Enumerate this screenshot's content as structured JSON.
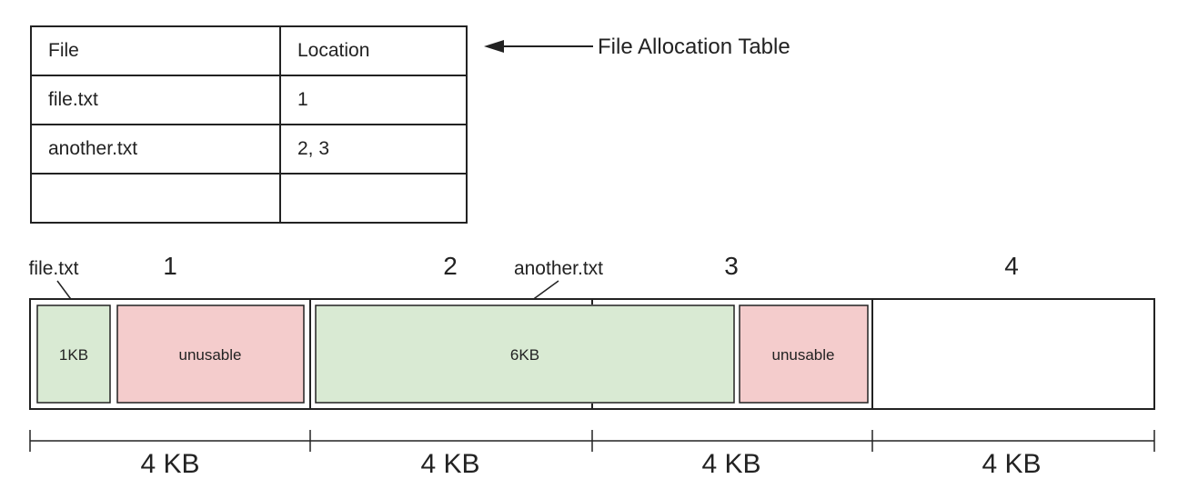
{
  "fat": {
    "title": "File Allocation Table",
    "headers": [
      "File",
      "Location"
    ],
    "rows": [
      [
        "file.txt",
        "1"
      ],
      [
        "another.txt",
        "2, 3"
      ],
      [
        "",
        ""
      ]
    ]
  },
  "blocks": {
    "numbers": [
      "1",
      "2",
      "3",
      "4"
    ],
    "sizes": [
      "4 KB",
      "4 KB",
      "4 KB",
      "4 KB"
    ]
  },
  "segments": {
    "file_small": "1KB",
    "unusable_1": "unusable",
    "file_large": "6KB",
    "unusable_2": "unusable"
  },
  "callouts": {
    "file_txt": "file.txt",
    "another_txt": "another.txt"
  },
  "colors": {
    "used": "#d9ead3",
    "unusable": "#f4cccc",
    "line": "#222222"
  }
}
